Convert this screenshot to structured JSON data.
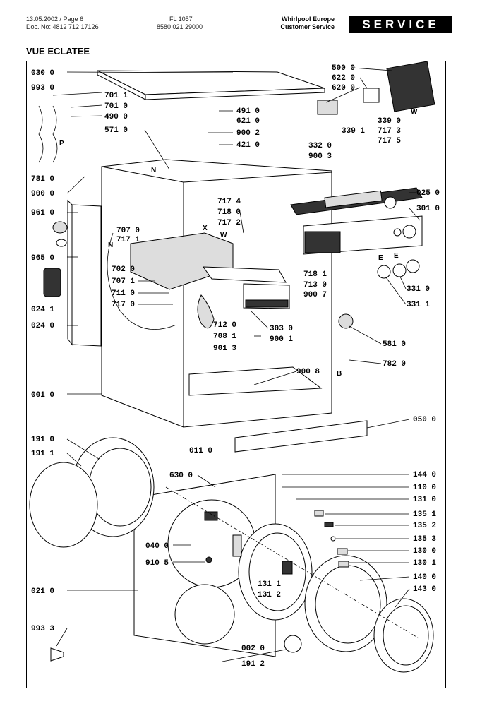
{
  "header": {
    "date_page": "13.05.2002 / Page 6",
    "doc_no": "Doc. No: 4812 712 17126",
    "model": "FL 1057",
    "model_code": "8580 021 29000",
    "company": "Whirlpool Europe",
    "department": "Customer Service",
    "banner": "SERVICE"
  },
  "title": "VUE ECLATEE",
  "left_labels": [
    "030 0",
    "993 0",
    "701 1",
    "701 0",
    "490 0",
    "571 0",
    "781 0",
    "900 0",
    "961 0",
    "965 0",
    "707 0",
    "717 1",
    "702 0",
    "707 1",
    "711 0",
    "717 0",
    "024 1",
    "024 0",
    "001 0",
    "011 0",
    "191 0",
    "191 1",
    "630 0",
    "040 0",
    "910 5",
    "021 0",
    "993 3",
    "131 1",
    "131 2",
    "002 0",
    "191 2"
  ],
  "center_labels": [
    "491 0",
    "621 0",
    "900 2",
    "421 0",
    "717 4",
    "718 0",
    "717 2",
    "712 0",
    "708 1",
    "901 3",
    "303 0",
    "900 1",
    "900 8",
    "718 1",
    "713 0",
    "900 7",
    "332 0",
    "900 3"
  ],
  "right_labels": [
    "500 0",
    "622 0",
    "620 0",
    "339 0",
    "339 1",
    "717 3",
    "717 5",
    "025 0",
    "301 0",
    "331 0",
    "331 1",
    "581 0",
    "782 0",
    "050 0",
    "144 0",
    "110 0",
    "131 0",
    "135 1",
    "135 2",
    "135 3",
    "130 0",
    "130 1",
    "140 0",
    "143 0"
  ],
  "letters": {
    "p": "P",
    "n": "N",
    "x": "X",
    "w": "W",
    "n2": "N",
    "e1": "E",
    "e2": "E",
    "b": "B",
    "w2": "W"
  }
}
